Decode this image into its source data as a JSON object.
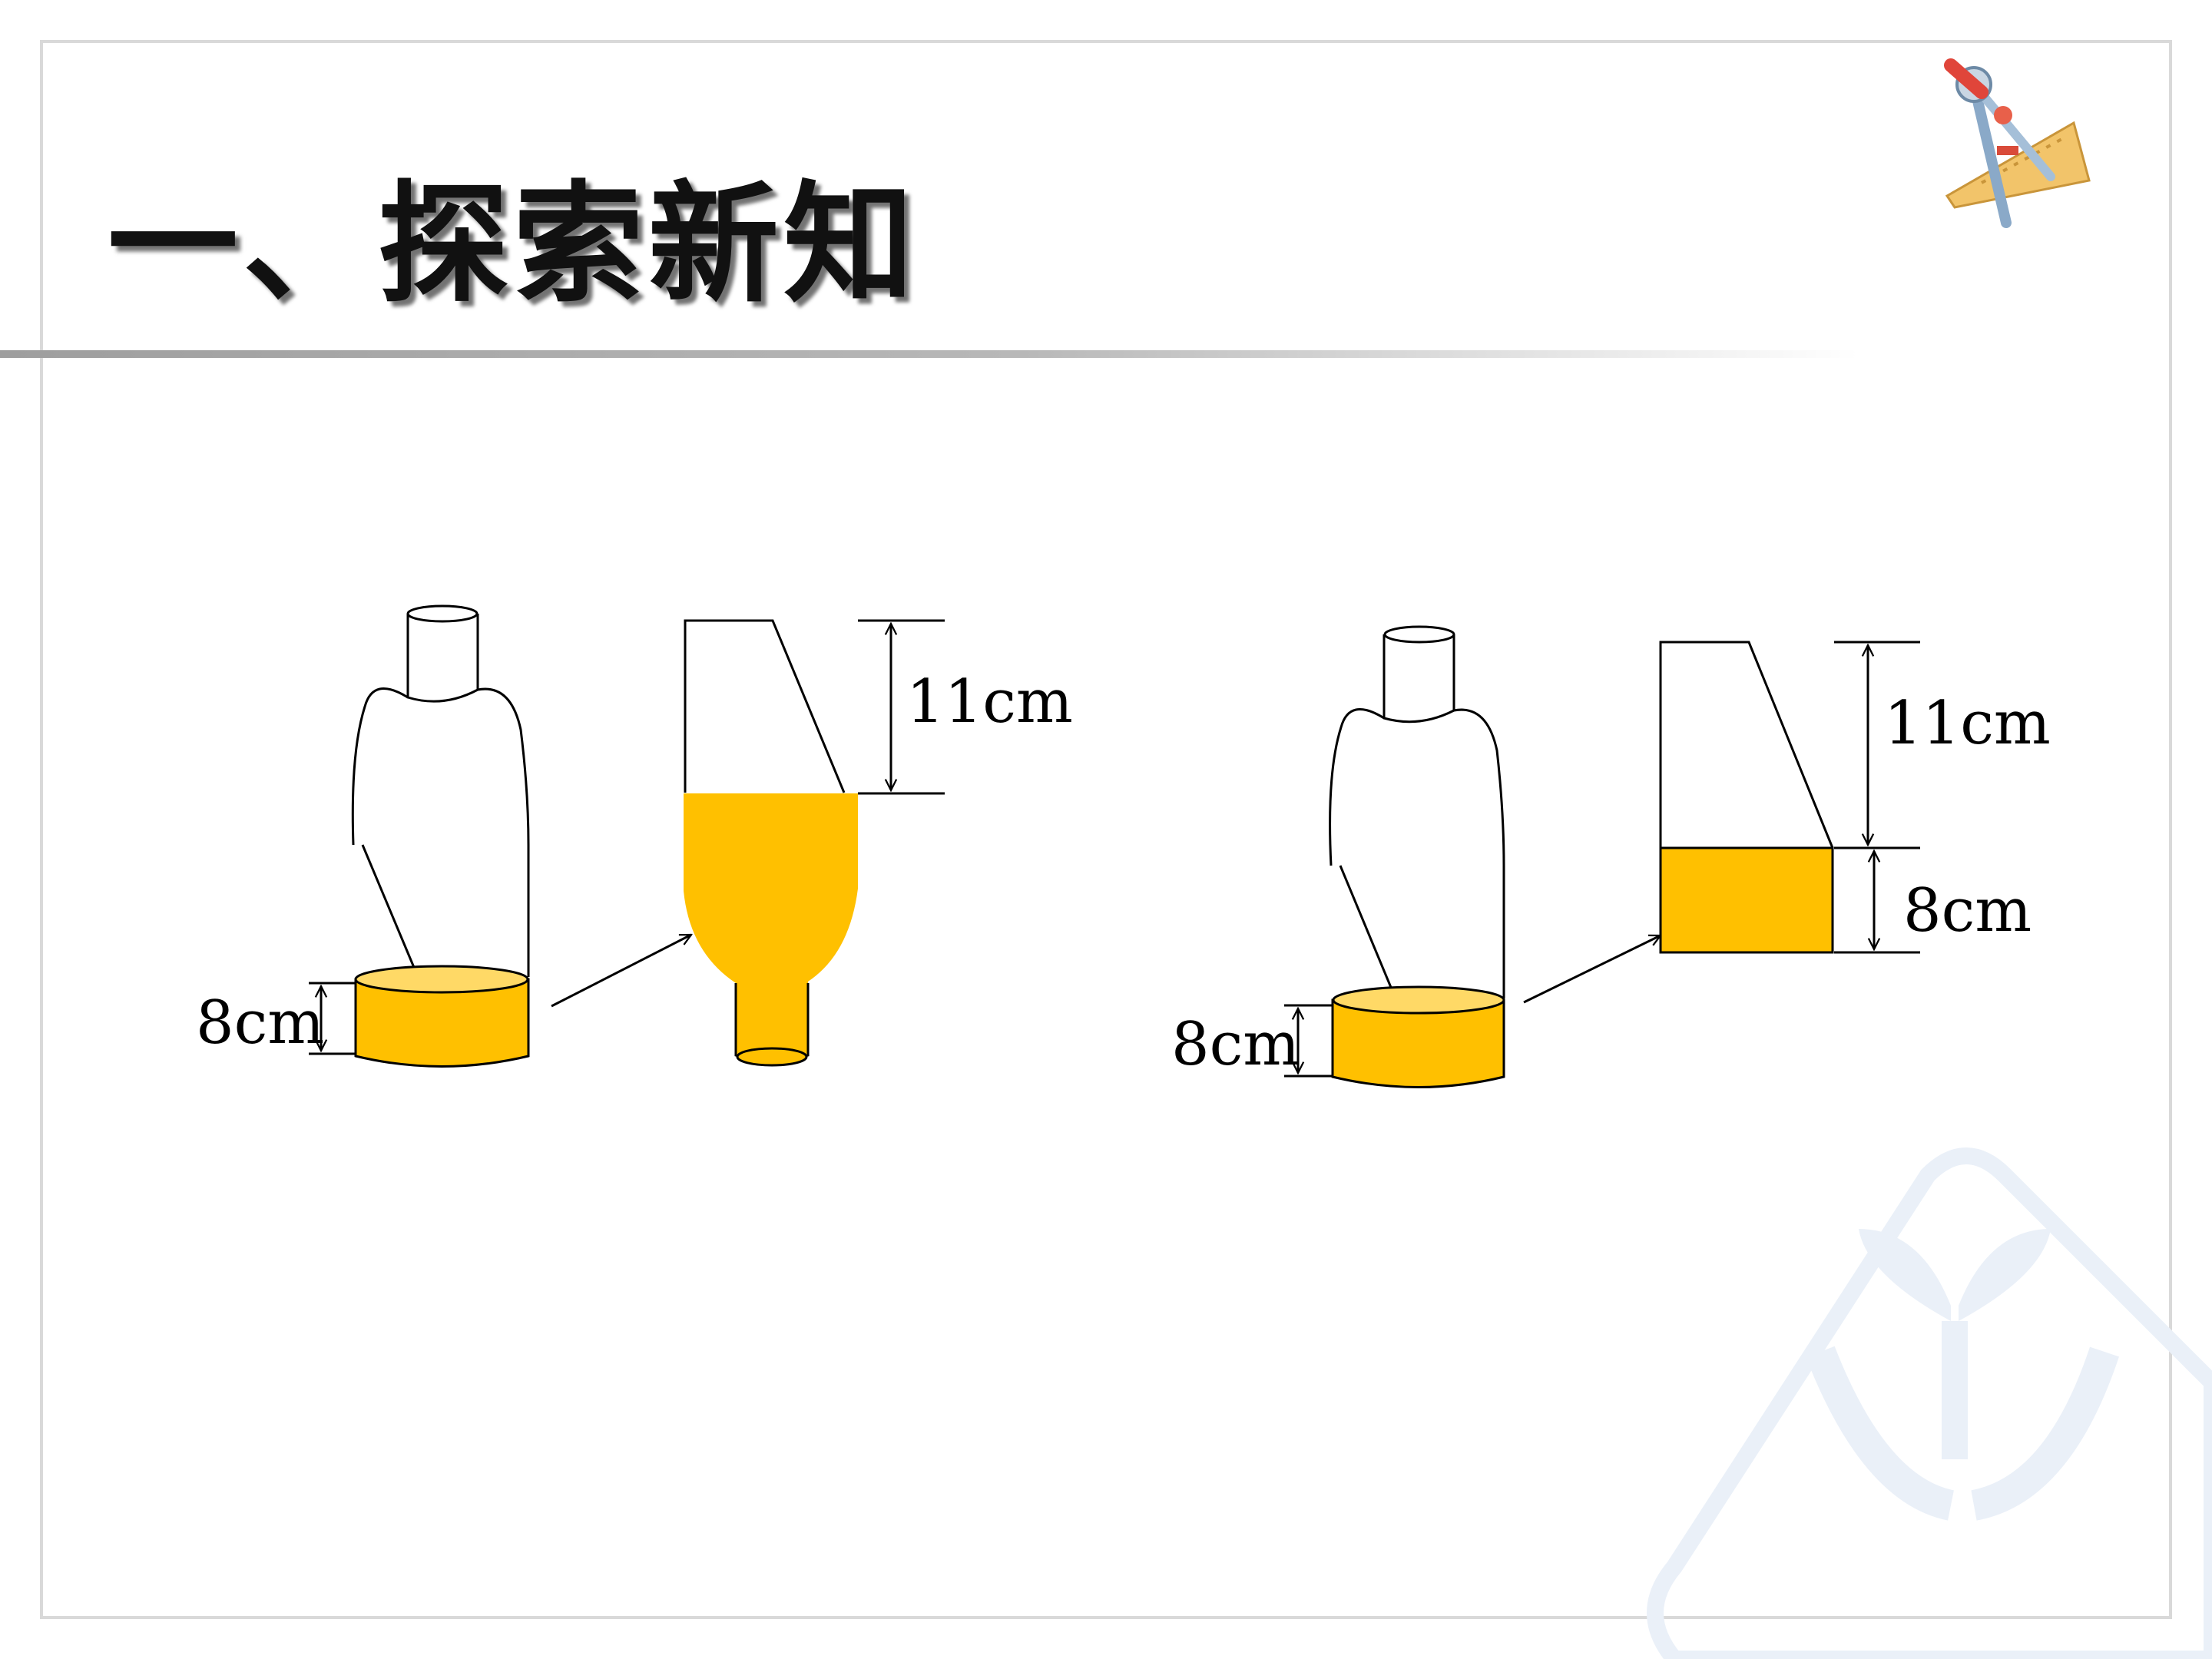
{
  "slide": {
    "title": "一、探索新知",
    "logo_icon": "compass-ruler-icon",
    "watermark_icon": "hands-sprout-watermark-icon"
  },
  "left_figure": {
    "water_height_label": "8cm",
    "air_height_label": "11cm"
  },
  "right_figure": {
    "water_height_label": "8cm",
    "air_height_label": "11cm",
    "filled_height_label": "8cm"
  },
  "colors": {
    "water": "#FFC000",
    "water_top": "#FFD966",
    "outline": "#000000",
    "frame": "#D9D9D9",
    "watermark": "#EAF0F8"
  }
}
